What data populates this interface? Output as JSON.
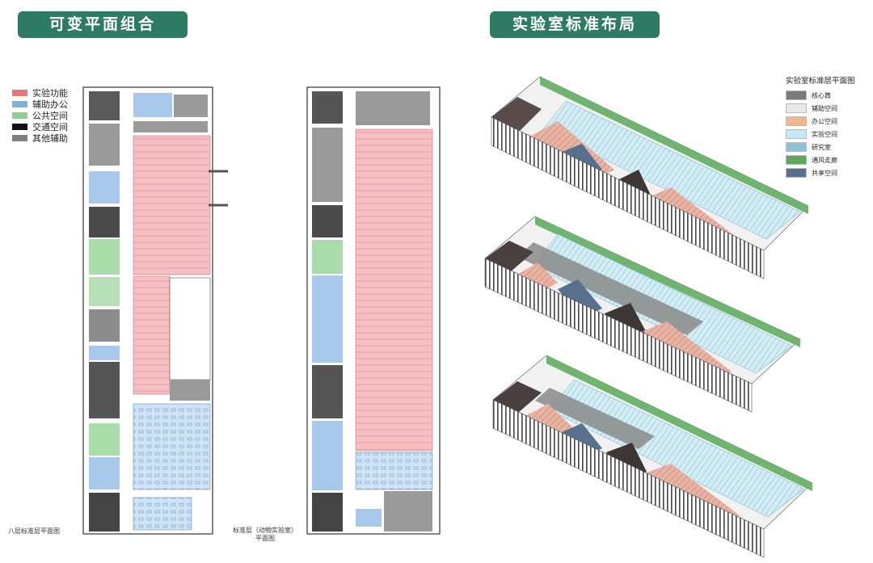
{
  "titles": {
    "left": "可变平面组合",
    "right": "实验室标准布局"
  },
  "legend_left": [
    {
      "label": "实验功能",
      "color": "#e8767a"
    },
    {
      "label": "辅助办公",
      "color": "#7fb0e0"
    },
    {
      "label": "公共空间",
      "color": "#8fcf90"
    },
    {
      "label": "交通空间",
      "color": "#111111"
    },
    {
      "label": "其他辅助",
      "color": "#808080"
    }
  ],
  "legend_right": {
    "title": "实验室标准层平面图",
    "items": [
      {
        "label": "核心筒",
        "color": "#7b7b7b"
      },
      {
        "label": "辅助空间",
        "color": "#e8e8e8"
      },
      {
        "label": "办公空间",
        "color": "#f4b48c"
      },
      {
        "label": "实验空间",
        "color": "#c6e8f4"
      },
      {
        "label": "研究室",
        "color": "#8fc2d6"
      },
      {
        "label": "通风走廊",
        "color": "#5ea85e"
      },
      {
        "label": "共享空间",
        "color": "#58708e"
      }
    ]
  },
  "captions": {
    "plan_a": "八层标准层平面图",
    "plan_b_line1": "标准层（动物实验室）",
    "plan_b_line2": "平面图"
  }
}
